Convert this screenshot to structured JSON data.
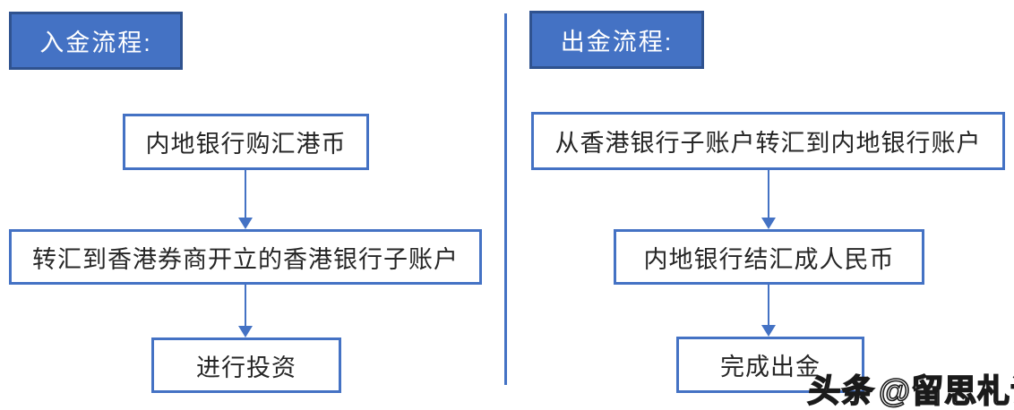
{
  "colors": {
    "accent": "#4472C4",
    "title_box_fill": "#4472C4",
    "title_box_border": "#2F528F",
    "step_box_border": "#4472C4",
    "step_box_fill": "#FFFFFF",
    "title_text": "#FFFFFF",
    "step_text": "#262626",
    "watermark_fill": "#FFFFFF",
    "watermark_outline": "#1A1A1A"
  },
  "flows": {
    "deposit": {
      "title": "入金流程:",
      "steps": [
        "内地银行购汇港币",
        "转汇到香港券商开立的香港银行子账户",
        "进行投资"
      ]
    },
    "withdrawal": {
      "title": "出金流程:",
      "steps": [
        "从香港银行子账户转汇到内地银行账户",
        "内地银行结汇成人民币",
        "完成出金"
      ]
    }
  },
  "watermark": {
    "platform": "头条",
    "handle": "@留思札记"
  }
}
